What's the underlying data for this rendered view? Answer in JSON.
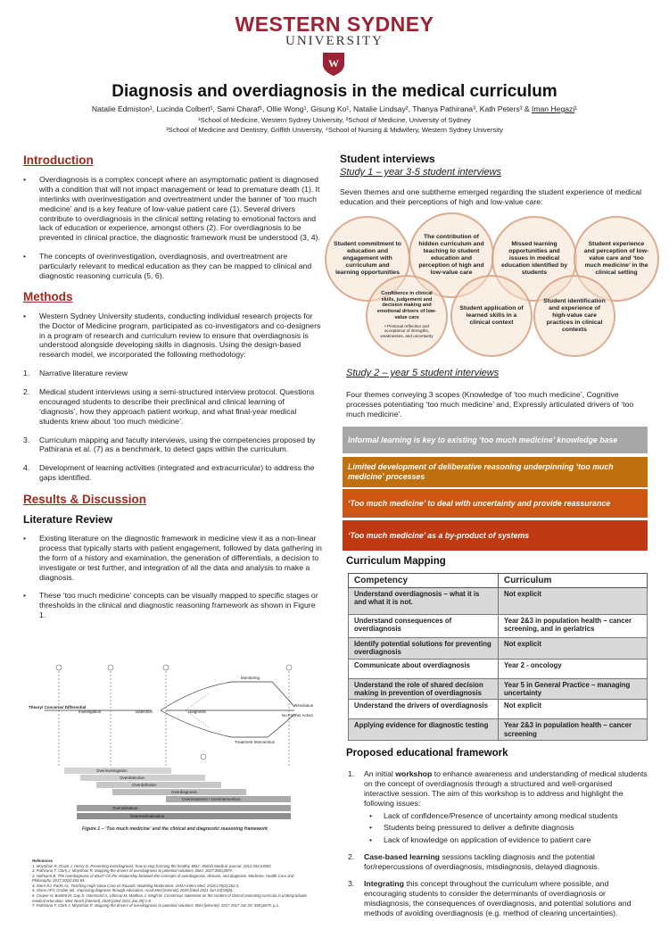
{
  "header": {
    "logo_line1": "WESTERN SYDNEY",
    "logo_line2": "UNIVERSITY",
    "crest_letter": "W",
    "title": "Diagnosis and overdiagnosis in the medical curriculum",
    "authors": "Natalie Edmiston¹, Lucinda Colbert¹, Sami Charaf¹, Ollie Wong¹, Gisung Ko¹, Natalie Lindsay², Thanya Pathirana³, Kath Peters³ & ",
    "authors_underlined": "Iman Hegazi",
    "authors_tail": "¹",
    "affiliation1": "¹School of Medicine, Western Sydney University, ²School of Medicine, University of Sydney",
    "affiliation2": "³School of Medicine and Dentistry, Griffith University, ⁴School of Nursing & Midwifery, Western Sydney University"
  },
  "left": {
    "intro_heading": "Introduction",
    "intro_b1": "Overdiagnosis is a complex concept where an asymptomatic patient is diagnosed with a condition that will not impact management or lead to premature death (1). It interlinks with overinvestigation and overtreatment under the banner of ‘too much medicine’ and is a key feature of low-value patient care (1). Several drivers contribute to overdiagnosis in the clinical setting relating to emotional factors and lack of education or experience, amongst others (2). For overdiagnosis to be prevented in clinical practice, the diagnostic framework must be understood (3, 4).",
    "intro_b2": "The concepts of overinvestigation, overdiagnosis, and overtreatment are particularly relevant to medical education as they can be mapped to clinical and diagnostic reasoning curricula (5, 6).",
    "methods_heading": "Methods",
    "methods_b1": "Western Sydney University students, conducting individual research projects for the Doctor of Medicine program, participated as co-investigators and co-designers in a program of research and curriculum review to ensure that overdiagnosis is understood alongside developing skills in diagnosis. Using the design-based research model, we incorporated the following methodology:",
    "methods_list": [
      {
        "n": "1.",
        "text": "Narrative literature review"
      },
      {
        "n": "2.",
        "text": "Medical student interviews using a semi-structured interview protocol. Questions encouraged students to describe their preclinical and clinical learning of ‘diagnosis’, how they approach patient workup, and what final-year medical students knew about ‘too much medicine’."
      },
      {
        "n": "3.",
        "text": "Curriculum mapping and faculty interviews, using the competencies proposed by Pathirana et al. (7) as a benchmark, to detect gaps within the curriculum."
      },
      {
        "n": "4.",
        "text": "Development of learning activities (integrated and extracurricular) to address the gaps identified."
      }
    ],
    "results_heading": "Results & Discussion",
    "lit_heading": "Literature Review",
    "lit_b1": "Existing literature on the diagnostic framework in medicine view it as a non-linear process that typically starts with patient engagement, followed by data gathering in the form of a history and examination, the generation of differentials, a decision to investigate or test further, and integration of all the data and analysis to make a diagnosis.",
    "lit_b2": "These ‘too much medicine’ concepts can be visually mapped to specific stages or thresholds in the clinical and diagnostic reasoning framework as shown in Figure 1.",
    "figure": {
      "theory": "Theory/ Concerns/ Differential",
      "investigation": "Investigation",
      "detection": "Detection",
      "diagnosis": "Diagnosis",
      "monitoring": "Monitoring",
      "resolution": "Resolution",
      "no_further": "No Further Action",
      "treatment": "Treatment Intervention",
      "bars": [
        "Overinvestigation",
        "Overdetection",
        "Overdefinition",
        "Overdiagnosis",
        "Overtreatment / Overintervention",
        "Overutilisation",
        "Overmedicalisation"
      ],
      "caption": "Figure 1 – ‘Too much medicine’ and the clinical and diagnostic reasoning framework"
    },
    "references_title": "References",
    "references": [
      "1.    Moynihan R, Doust J, Henry D. Preventing overdiagnosis: how to stop harming the healthy. BMJ : British Medical Journal. 2012;344:e3502.",
      "2.    Pathirana T, Clark J, Moynihan R. Mapping the drivers of overdiagnosis to potential solutions. BMJ. 2017;358:j3879.",
      "3.    Hofmann B. The overdiagnosis of what? On the relationship between the concepts of overdiagnosis, disease, and diagnosis. Medicine, Health Care and Philosophy. 2017;20(4):453-64.",
      "4.    Stern RJ, Parks AL. Teaching High-Value Care on Rounds: Modeling Moderation. JAMA Intern Med. 2016;176(2):262-3.",
      "5.    Olson APJ, Graber ML. Improving diagnosis through education. Acad Med [internet]. 2020 [cited 2021 Jun 23];95(8).",
      "6.    Cooper N, Bartlett M, Gay S, Hammond A, Lillicrap M, Matthan J, Singh M. Consensus statement on the content of clinical reasoning curricula in undergraduate medical education. Med Teach [internet]. 2020 [cited 2021 Jun 29]:1-8.",
      "7.    Pathirana T, Clark J, Moynihan R. Mapping the drivers of overdiagnosis to potential solutions. BMJ [internet]. 2017 2017 Jan 20; 358:j3879. p.1."
    ]
  },
  "right": {
    "student_heading": "Student interviews",
    "study1_heading": "Study 1 – year 3-5 student interviews",
    "study1_text": "Seven themes and one subtheme emerged regarding the student experience of medical education and their perceptions of high and low-value care:",
    "circles": [
      "Student commitment to education and engagement with curriculum and learning opportunities",
      "The contribution of hidden curriculum and teaching to student education and perception of high and low-value care",
      "Missed learning opportunities and issues in medical education identified by students",
      "Student experience and perception of low-value care and ‘too much medicine’ in the clinical setting",
      "Confidence in clinical skills, judgement and decision making and emotional drivers of low-value care",
      "Student application of learned skills in a clinical context",
      "Student identification and experience of high-value care practices in clinical contexts"
    ],
    "circle_sub": "• Personal reflection and acceptance of strengths, weaknesses, and uncertainty",
    "study2_heading": "Study 2 – year 5 student interviews",
    "study2_text": "Four themes conveying 3 scopes (Knowledge of ‘too much medicine’, Cognitive processes potentiating ‘too much medicine’ and, Expressly articulated drivers of ‘too much medicine’.",
    "themes": [
      {
        "text": "Informal learning is key to existing ‘too much medicine’ knowledge base",
        "color": "#a7a7a7"
      },
      {
        "text": "Limited development of deliberative reasoning underpinning ‘too much medicine’ processes",
        "color": "#c0700f"
      },
      {
        "text": "‘Too much medicine’ to deal with uncertainty and provide reassurance",
        "color": "#cd5712"
      },
      {
        "text": "‘Too much medicine’ as a by-product of systems",
        "color": "#bf3a12"
      }
    ],
    "cm_heading": "Curriculum Mapping",
    "cm_headers": [
      "Competency",
      "Curriculum"
    ],
    "cm_rows": [
      [
        "Understand overdiagnosis – what it is and what it is not.",
        "Not explicit"
      ],
      [
        "Understand consequences of overdiagnosis",
        "Year 2&3 in population health – cancer screening, and in geriatrics"
      ],
      [
        "Identify potential solutions for preventing overdiagnosis",
        "Not explicit"
      ],
      [
        "Communicate about overdiagnosis",
        "Year 2 - oncology"
      ],
      [
        "Understand the role of shared decision making in prevention of overdiagnosis",
        "Year 5 in General Practice – managing uncertainty"
      ],
      [
        "Understand the drivers of overdiagnosis",
        "Not explicit"
      ],
      [
        "Applying evidence for diagnostic testing",
        "Year 2&3 in population health – cancer screening"
      ]
    ],
    "pef_heading": "Proposed educational framework",
    "pef": {
      "i1_pre": "An initial ",
      "i1_bold": "workshop",
      "i1_post": " to enhance awareness and understanding of medical students on the concept of overdiagnosis through a structured and well-organised interactive session. The aim of this workshop is to address and highlight the following issues:",
      "sub": [
        "Lack of confidence/Presence of uncertainty among medical students",
        "Students being pressured to deliver a definite diagnosis",
        "Lack of knowledge on application of evidence to patient care"
      ],
      "i2_bold": "Case-based learning",
      "i2_post": " sessions tackling diagnosis and the potential for/repercussions of overdiagnosis, misdiagnosis, delayed diagnosis.",
      "i3_bold": "Integrating",
      "i3_post": " this concept throughout the curriculum where possible, and encouraging students to consider the determinants of overdiagnosis or misdiagnosis, the consequences of overdiagnosis, and potential solutions and methods of avoiding overdiagnosis (e.g. method of clearing uncertainties)."
    }
  }
}
